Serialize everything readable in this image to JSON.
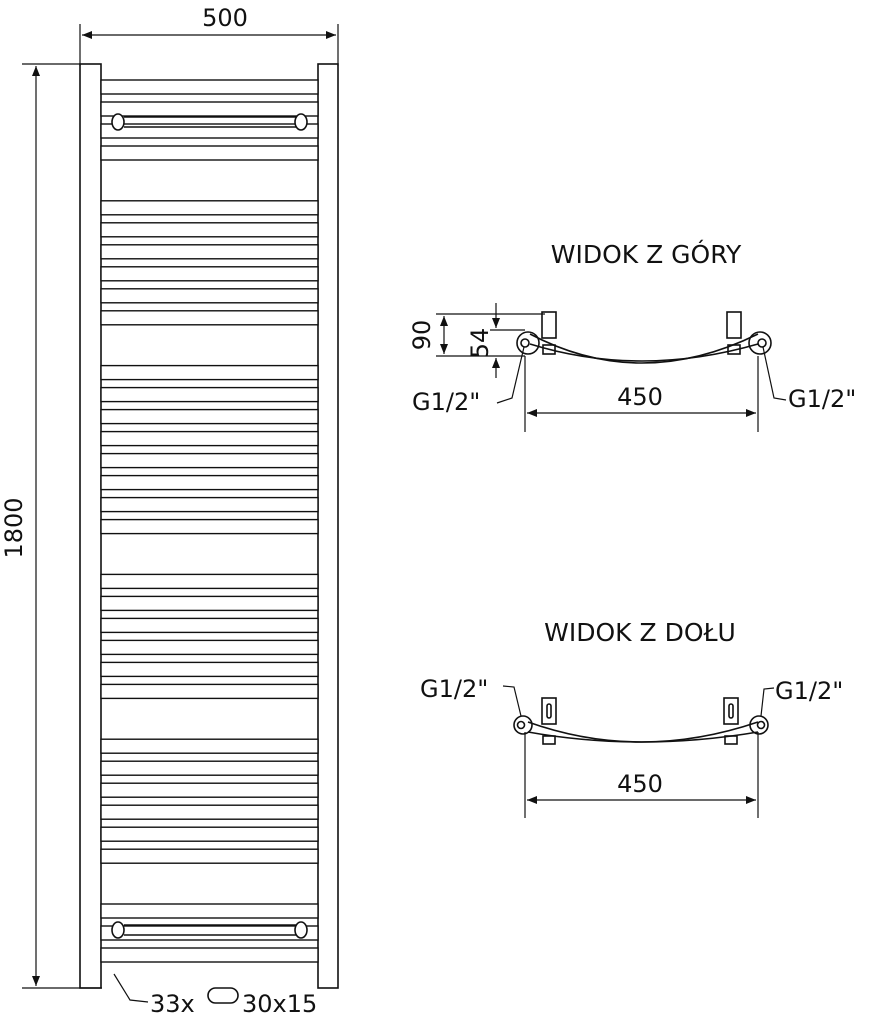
{
  "front": {
    "width_label": "500",
    "height_label": "1800",
    "tubes_label": "33x",
    "tube_profile_label": "30x15",
    "tube_count": 33,
    "tube_groups": [
      4,
      6,
      8,
      6,
      6,
      3
    ]
  },
  "top_view": {
    "title": "WIDOK Z GÓRY",
    "depth_label": "90",
    "offset_label": "54",
    "spacing_label": "450",
    "left_connection": "G1/2\"",
    "right_connection": "G1/2\""
  },
  "bottom_view": {
    "title": "WIDOK Z DOŁU",
    "spacing_label": "450",
    "left_connection": "G1/2\"",
    "right_connection": "G1/2\""
  }
}
